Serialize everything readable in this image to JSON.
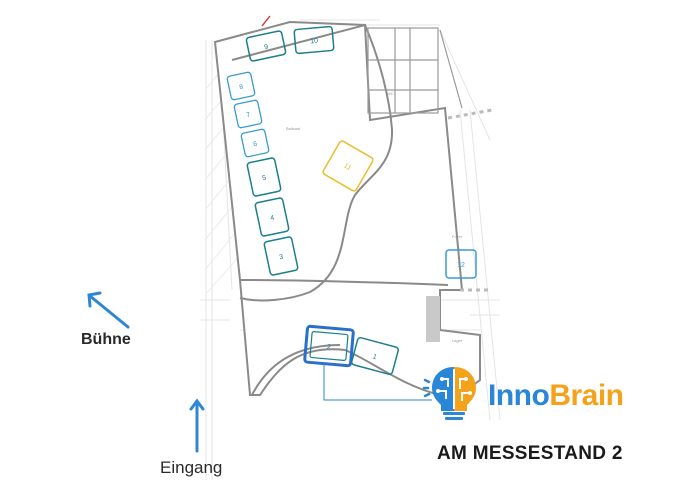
{
  "labels": {
    "stage": "Bühne",
    "entrance": "Eingang"
  },
  "brand": {
    "name_part1": "Inno",
    "name_part2": "Brain",
    "color_part1": "#2a86d6",
    "color_part2": "#f5a21b",
    "icon": "lightbulb-brain-icon"
  },
  "caption": "AM MESSESTAND 2",
  "booths": [
    "1",
    "2",
    "3",
    "4",
    "5",
    "6",
    "7",
    "8",
    "9",
    "10",
    "11",
    "12"
  ],
  "colors": {
    "booth_teal": "#1b7f8c",
    "booth_light_blue": "#3a9bd0",
    "booth_highlight": "#2a6fc9",
    "booth_yellow": "#e6c02a",
    "arrow": "#2f86d4",
    "walls": "#8a8a8a"
  }
}
